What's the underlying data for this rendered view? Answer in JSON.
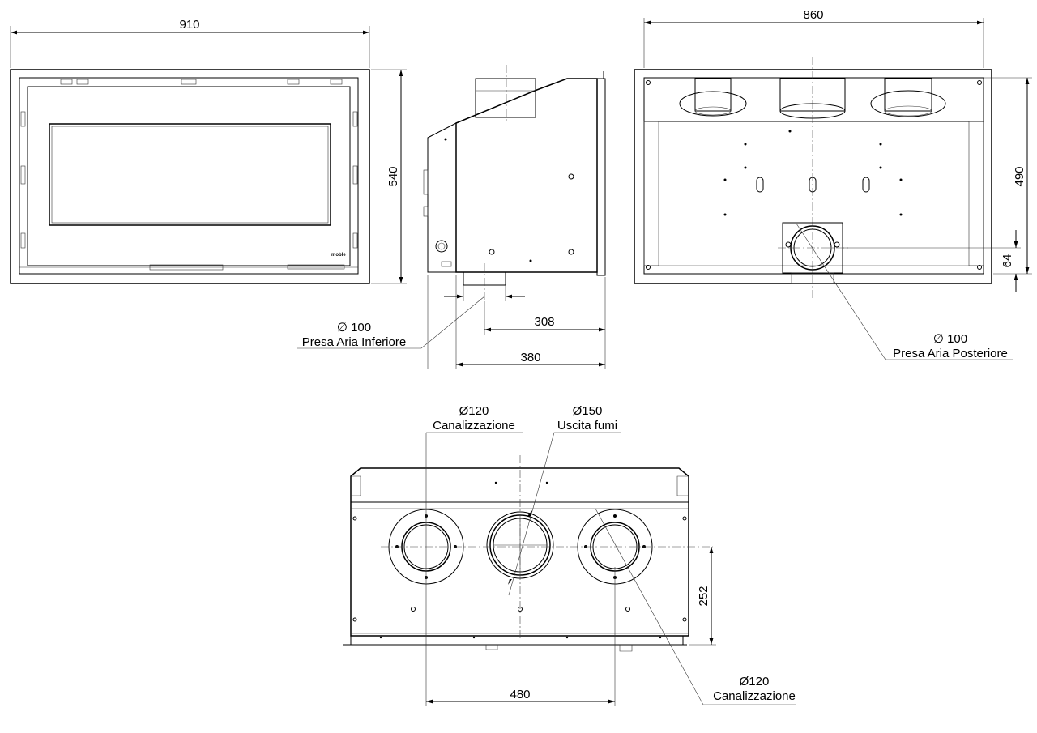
{
  "dimensions": {
    "front_width": "910",
    "front_height": "540",
    "rear_width": "860",
    "rear_height": "490",
    "rear_intake_offset": "64",
    "side_intake_offset": "308",
    "side_depth": "380",
    "top_spacing": "480",
    "top_height": "252"
  },
  "annotations": {
    "lower_intake_diameter": "∅ 100",
    "lower_intake_label": "Presa Aria Inferiore",
    "rear_intake_diameter": "∅ 100",
    "rear_intake_label": "Presa Aria Posteriore",
    "duct_left_diameter": "Ø120",
    "duct_left_label": "Canalizzazione",
    "flue_diameter": "Ø150",
    "flue_label": "Uscita fumi",
    "duct_right_diameter": "Ø120",
    "duct_right_label": "Canalizzazione"
  },
  "brand_mark": "moble"
}
